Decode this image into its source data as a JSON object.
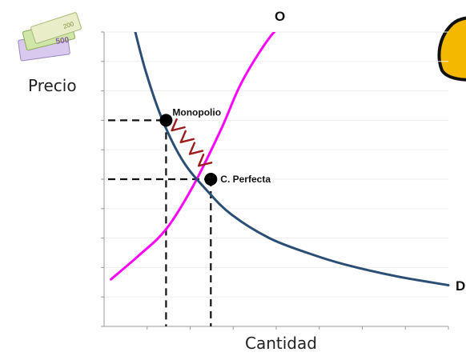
{
  "chart_data": {
    "type": "line",
    "xlabel": "Cantidad",
    "ylabel": "Precio",
    "grid": true,
    "xlim": [
      0,
      10
    ],
    "ylim": [
      0,
      10
    ],
    "series": [
      {
        "name": "O",
        "color": "#ff00ff",
        "x": [
          0.2,
          1.0,
          1.8,
          2.6,
          3.4,
          4.0,
          4.8,
          5.4
        ],
        "y": [
          1.6,
          2.4,
          3.3,
          4.8,
          6.7,
          8.3,
          9.8,
          10.5
        ]
      },
      {
        "name": "D",
        "color": "#2b4f74",
        "x": [
          0.8,
          1.2,
          1.7,
          2.3,
          3.0,
          3.7,
          4.8,
          5.9,
          7.0,
          8.5,
          10.0
        ],
        "y": [
          10.5,
          8.7,
          7.0,
          5.6,
          4.6,
          3.8,
          3.0,
          2.5,
          2.1,
          1.7,
          1.4
        ]
      }
    ],
    "points": [
      {
        "label": "Monopolio",
        "x": 1.8,
        "y": 7.0
      },
      {
        "label": "C. Perfecta",
        "x": 3.1,
        "y": 5.0
      }
    ],
    "y_ticks": 11
  },
  "icons": {
    "money": "euro-banknotes-icon",
    "badge": "yellow-rounded-badge-icon",
    "arrows": "red-chevron-arrows-icon"
  },
  "colors": {
    "supply": "#ff00ff",
    "demand": "#2b4f74",
    "arrows": "#9b1c1c",
    "badge": "#f5b800"
  }
}
